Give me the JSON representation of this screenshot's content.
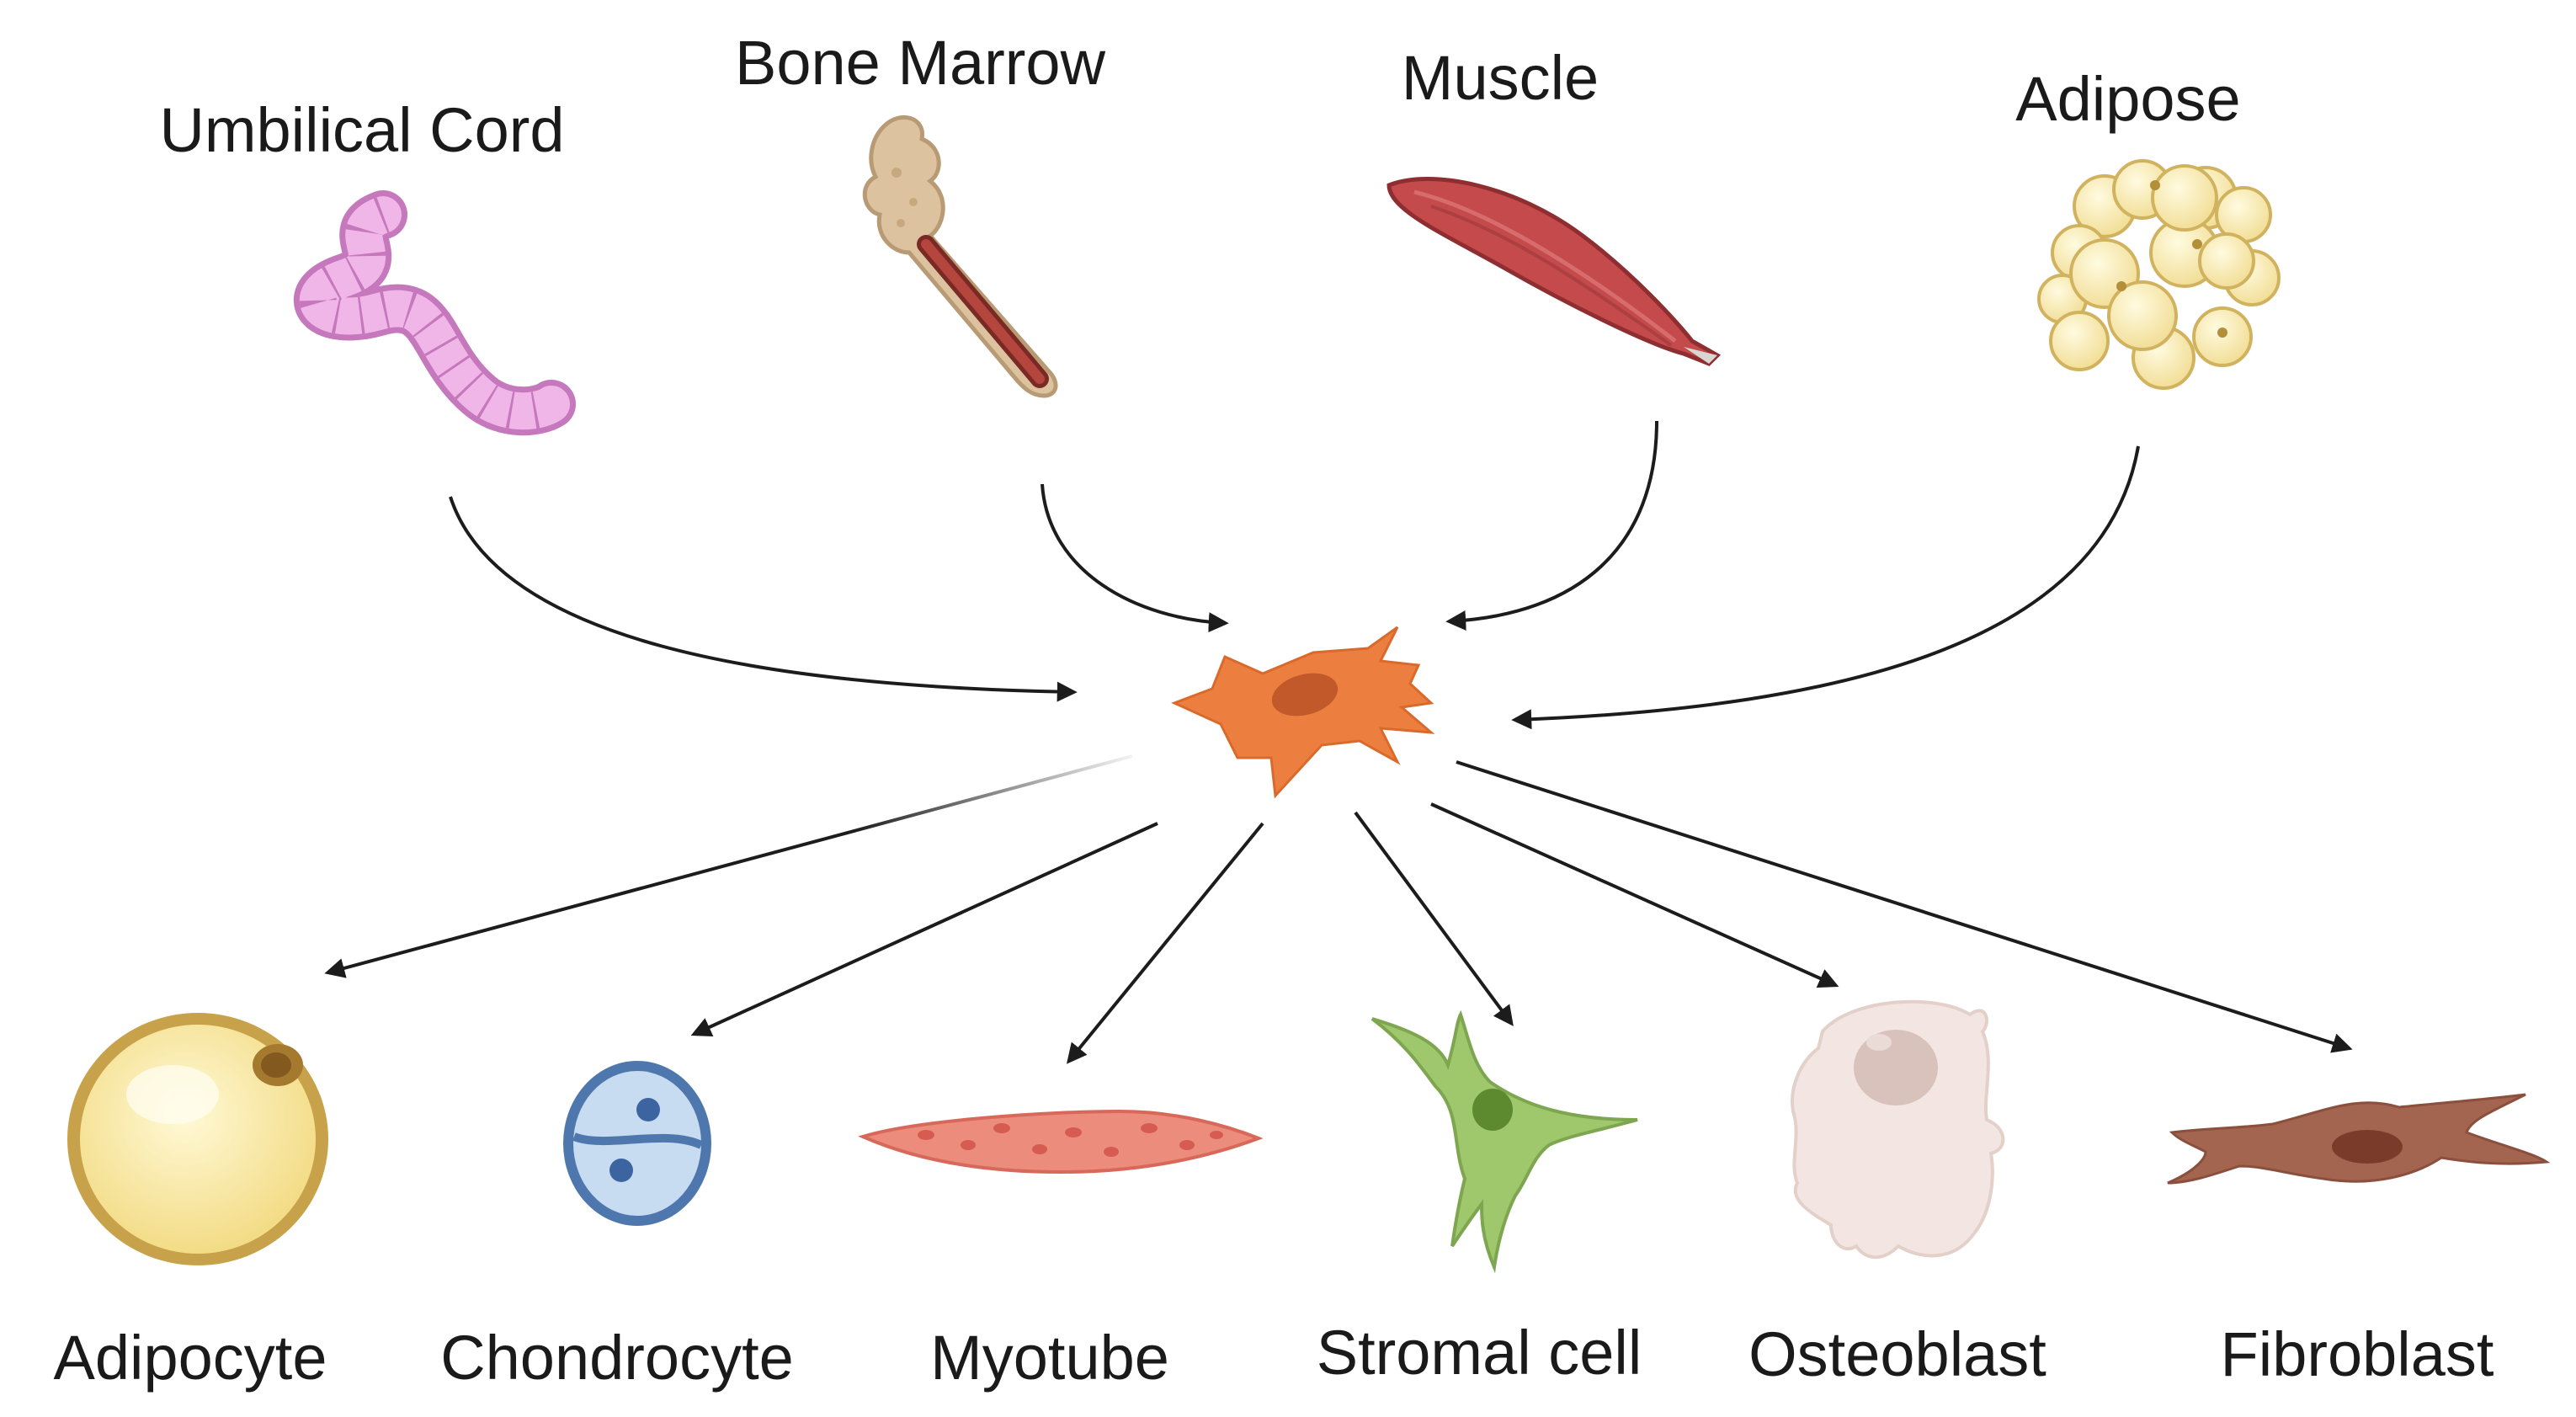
{
  "sources": {
    "umbilical_cord": "Umbilical Cord",
    "bone_marrow": "Bone Marrow",
    "muscle": "Muscle",
    "adipose": "Adipose"
  },
  "targets": {
    "adipocyte": "Adipocyte",
    "chondrocyte": "Chondrocyte",
    "myotube": "Myotube",
    "stromal_cell": "Stromal cell",
    "osteoblast": "Osteoblast",
    "fibroblast": "Fibroblast"
  },
  "colors": {
    "msc": "#ec7f3f",
    "msc_nucleus": "#c1592b",
    "cord": "#e19ad6",
    "bone": "#d9bf9c",
    "marrow": "#a4342d",
    "muscle": "#c24a4b",
    "fat": "#f6e7a5",
    "adipocyte": "#f7e59c",
    "chondrocyte": "#c8dcf1",
    "myotube": "#ea8374",
    "stromal": "#9bc46b",
    "osteoblast": "#f0e1dc",
    "fibroblast": "#a36550",
    "arrow": "#1c1c1c"
  }
}
